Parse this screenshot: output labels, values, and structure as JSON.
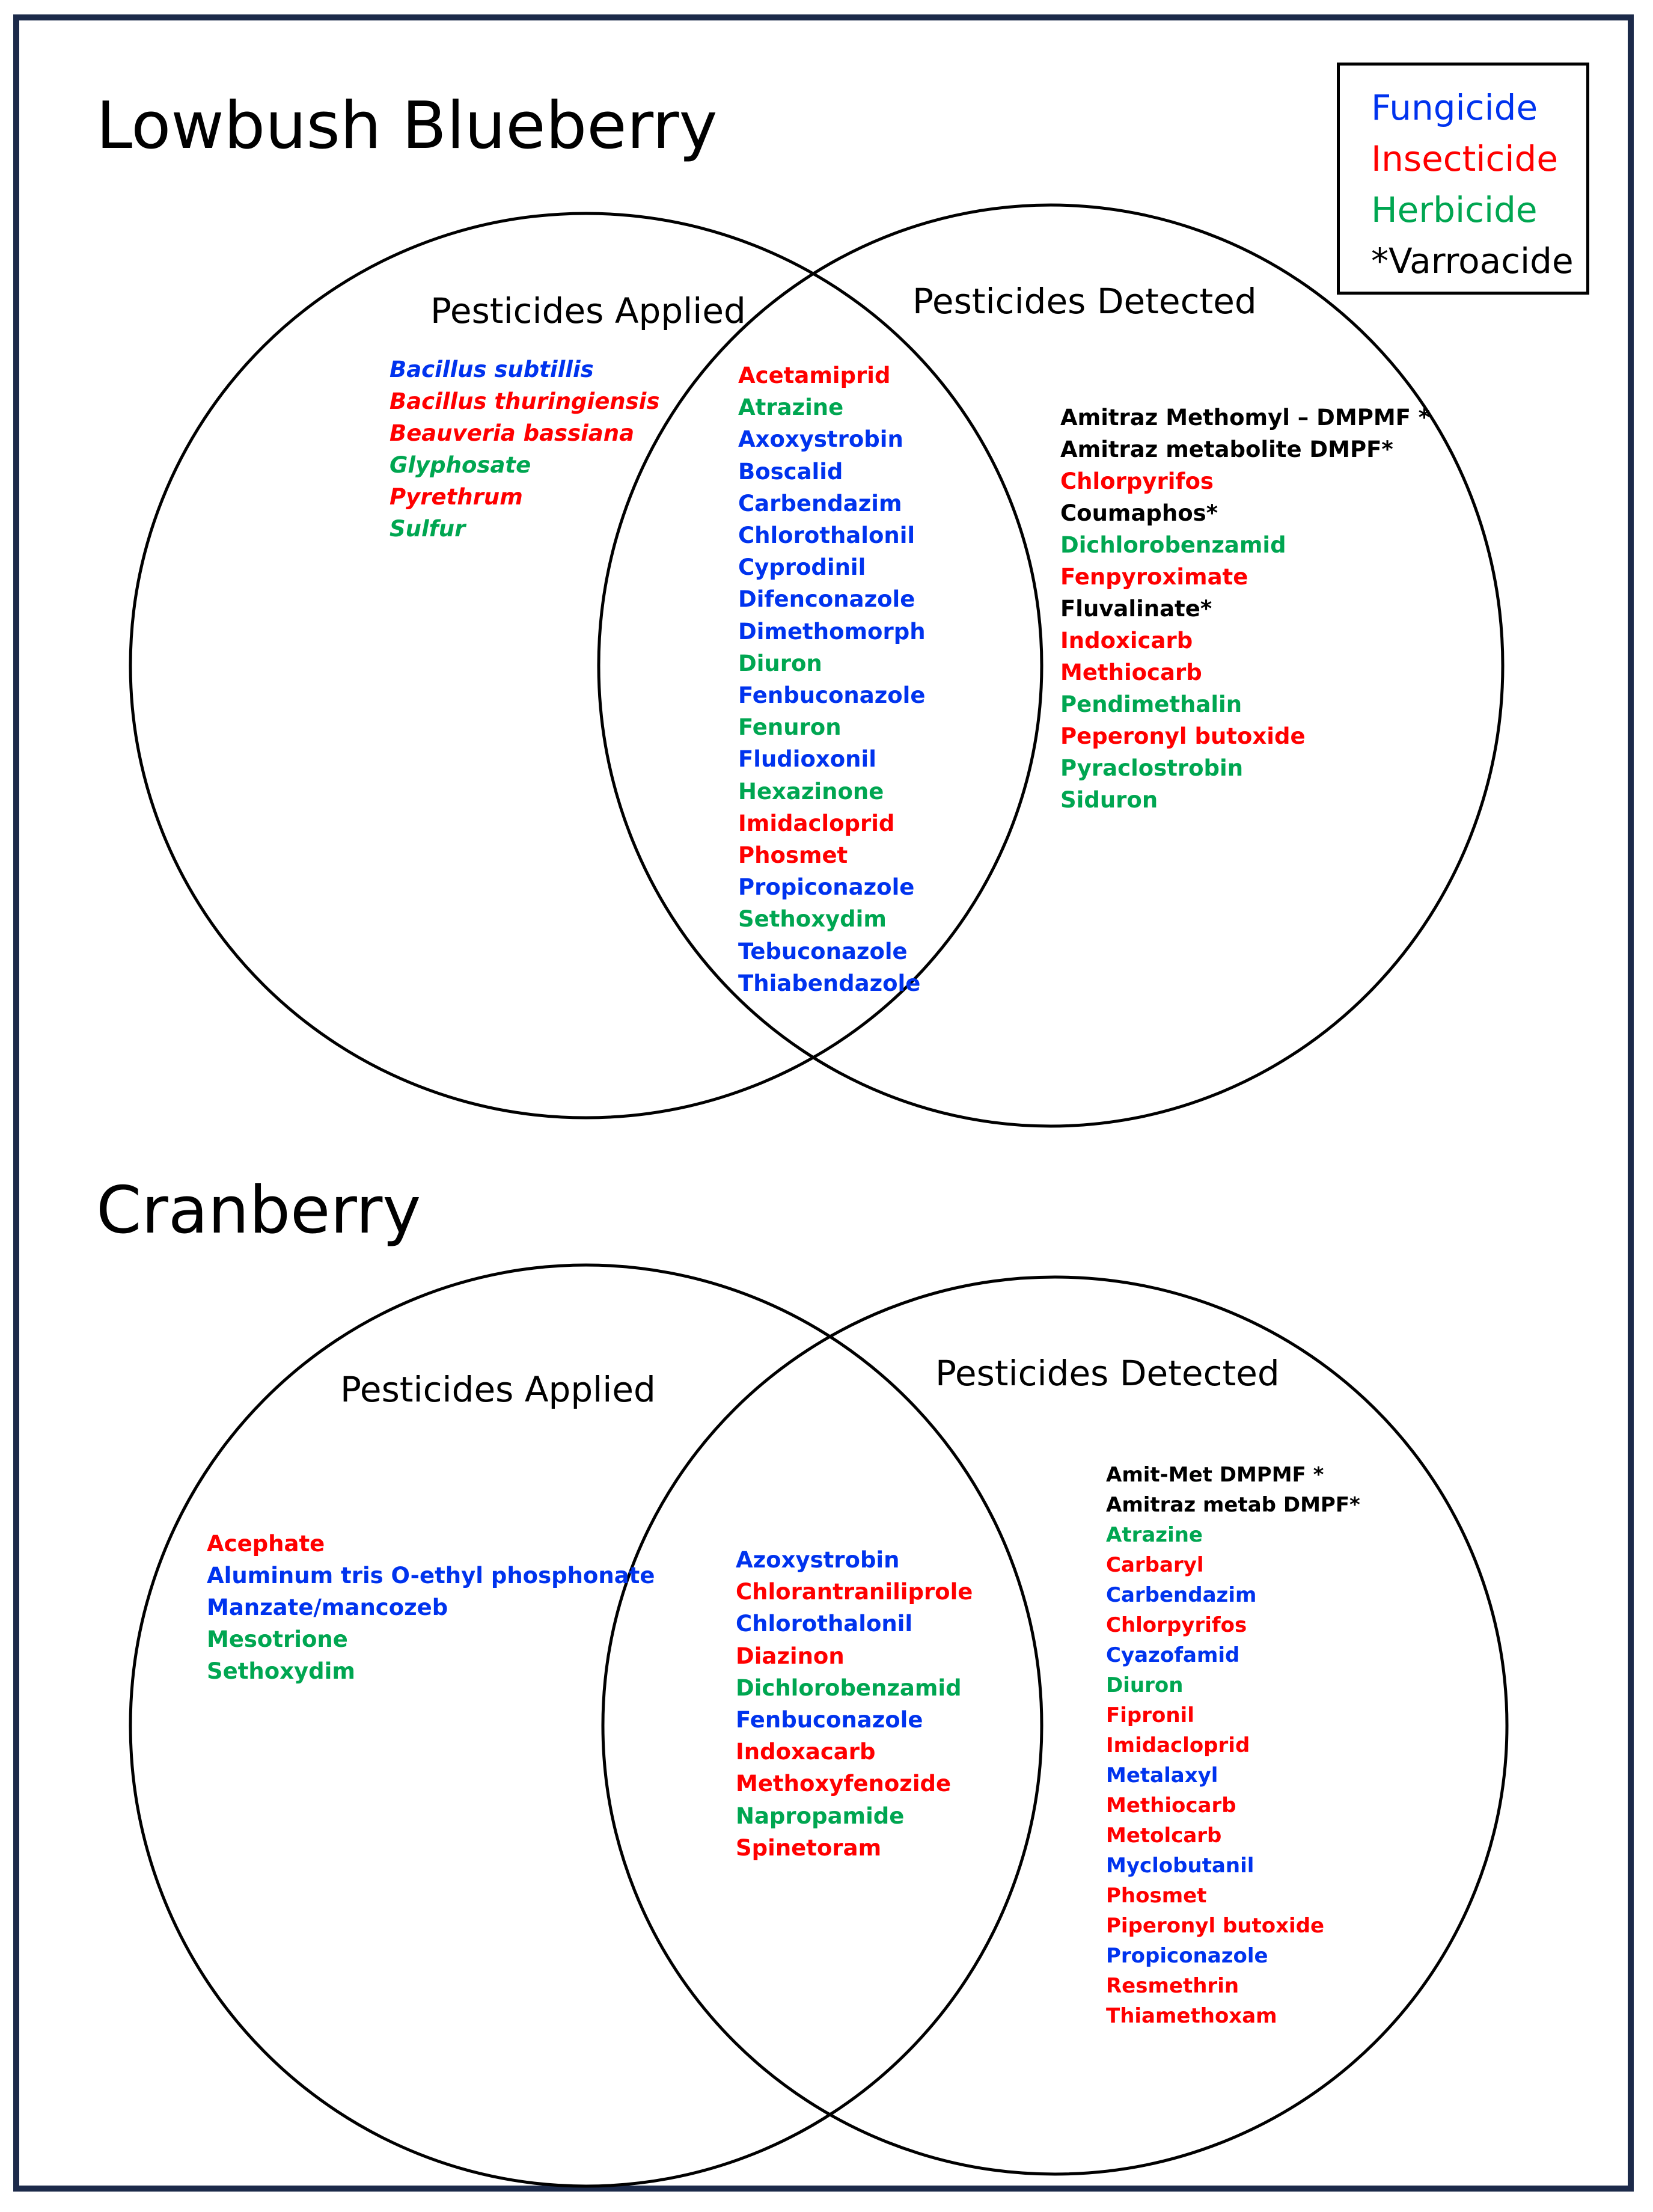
{
  "colors": {
    "fungicide": "#0033ee",
    "insecticide": "#ff0000",
    "herbicide": "#00a651",
    "varroacide": "#000000",
    "frame": "#1c2a4a"
  },
  "legend": [
    {
      "label": "Fungicide",
      "type": "fungicide"
    },
    {
      "label": "Insecticide",
      "type": "insecticide"
    },
    {
      "label": "Herbicide",
      "type": "herbicide"
    },
    {
      "label": "*Varroacide",
      "type": "varroacide"
    }
  ],
  "blueberry": {
    "title": "Lowbush Blueberry",
    "applied_label": "Pesticides Applied",
    "detected_label": "Pesticides Detected",
    "applied_only": [
      {
        "name": "Bacillus subtillis",
        "type": "fungicide"
      },
      {
        "name": "Bacillus thuringiensis",
        "type": "insecticide"
      },
      {
        "name": "Beauveria bassiana",
        "type": "insecticide"
      },
      {
        "name": "Glyphosate",
        "type": "herbicide"
      },
      {
        "name": "Pyrethrum",
        "type": "insecticide"
      },
      {
        "name": "Sulfur",
        "type": "herbicide"
      }
    ],
    "both": [
      {
        "name": "Acetamiprid",
        "type": "insecticide"
      },
      {
        "name": "Atrazine",
        "type": "herbicide"
      },
      {
        "name": "Axoxystrobin",
        "type": "fungicide"
      },
      {
        "name": "Boscalid",
        "type": "fungicide"
      },
      {
        "name": "Carbendazim",
        "type": "fungicide"
      },
      {
        "name": "Chlorothalonil",
        "type": "fungicide"
      },
      {
        "name": "Cyprodinil",
        "type": "fungicide"
      },
      {
        "name": "Difenconazole",
        "type": "fungicide"
      },
      {
        "name": "Dimethomorph",
        "type": "fungicide"
      },
      {
        "name": "Diuron",
        "type": "herbicide"
      },
      {
        "name": "Fenbuconazole",
        "type": "fungicide"
      },
      {
        "name": "Fenuron",
        "type": "herbicide"
      },
      {
        "name": "Fludioxonil",
        "type": "fungicide"
      },
      {
        "name": "Hexazinone",
        "type": "herbicide"
      },
      {
        "name": "Imidacloprid",
        "type": "insecticide"
      },
      {
        "name": "Phosmet",
        "type": "insecticide"
      },
      {
        "name": "Propiconazole",
        "type": "fungicide"
      },
      {
        "name": "Sethoxydim",
        "type": "herbicide"
      },
      {
        "name": "Tebuconazole",
        "type": "fungicide"
      },
      {
        "name": "Thiabendazole",
        "type": "fungicide"
      }
    ],
    "detected_only": [
      {
        "name": "Amitraz Methomyl – DMPMF *",
        "type": "varroacide"
      },
      {
        "name": "Amitraz metabolite DMPF*",
        "type": "varroacide"
      },
      {
        "name": "Chlorpyrifos",
        "type": "insecticide"
      },
      {
        "name": "Coumaphos*",
        "type": "varroacide"
      },
      {
        "name": "Dichlorobenzamid",
        "type": "herbicide"
      },
      {
        "name": "Fenpyroximate",
        "type": "insecticide"
      },
      {
        "name": "Fluvalinate*",
        "type": "varroacide"
      },
      {
        "name": "Indoxicarb",
        "type": "insecticide"
      },
      {
        "name": "Methiocarb",
        "type": "insecticide"
      },
      {
        "name": "Pendimethalin",
        "type": "herbicide"
      },
      {
        "name": "Peperonyl butoxide",
        "type": "insecticide"
      },
      {
        "name": "Pyraclostrobin",
        "type": "herbicide"
      },
      {
        "name": "Siduron",
        "type": "herbicide"
      }
    ]
  },
  "cranberry": {
    "title": "Cranberry",
    "applied_label": "Pesticides Applied",
    "detected_label": "Pesticides Detected",
    "applied_only": [
      {
        "name": "Acephate",
        "type": "insecticide"
      },
      {
        "name": "Aluminum tris O-ethyl phosphonate",
        "type": "fungicide"
      },
      {
        "name": "Manzate/mancozeb",
        "type": "fungicide"
      },
      {
        "name": "Mesotrione",
        "type": "herbicide"
      },
      {
        "name": "Sethoxydim",
        "type": "herbicide"
      }
    ],
    "both": [
      {
        "name": "Azoxystrobin",
        "type": "fungicide"
      },
      {
        "name": "Chlorantraniliprole",
        "type": "insecticide"
      },
      {
        "name": "Chlorothalonil",
        "type": "fungicide"
      },
      {
        "name": "Diazinon",
        "type": "insecticide"
      },
      {
        "name": "Dichlorobenzamid",
        "type": "herbicide"
      },
      {
        "name": "Fenbuconazole",
        "type": "fungicide"
      },
      {
        "name": "Indoxacarb",
        "type": "insecticide"
      },
      {
        "name": "Methoxyfenozide",
        "type": "insecticide"
      },
      {
        "name": "Napropamide",
        "type": "herbicide"
      },
      {
        "name": "Spinetoram",
        "type": "insecticide"
      }
    ],
    "detected_only": [
      {
        "name": "Amit-Met DMPMF *",
        "type": "varroacide"
      },
      {
        "name": "Amitraz metab DMPF*",
        "type": "varroacide"
      },
      {
        "name": "Atrazine",
        "type": "herbicide"
      },
      {
        "name": "Carbaryl",
        "type": "insecticide"
      },
      {
        "name": "Carbendazim",
        "type": "fungicide"
      },
      {
        "name": "Chlorpyrifos",
        "type": "insecticide"
      },
      {
        "name": "Cyazofamid",
        "type": "fungicide"
      },
      {
        "name": "Diuron",
        "type": "herbicide"
      },
      {
        "name": "Fipronil",
        "type": "insecticide"
      },
      {
        "name": "Imidacloprid",
        "type": "insecticide"
      },
      {
        "name": "Metalaxyl",
        "type": "fungicide"
      },
      {
        "name": "Methiocarb",
        "type": "insecticide"
      },
      {
        "name": "Metolcarb",
        "type": "insecticide"
      },
      {
        "name": "Myclobutanil",
        "type": "fungicide"
      },
      {
        "name": "Phosmet",
        "type": "insecticide"
      },
      {
        "name": "Piperonyl butoxide",
        "type": "insecticide"
      },
      {
        "name": "Propiconazole",
        "type": "fungicide"
      },
      {
        "name": "Resmethrin",
        "type": "insecticide"
      },
      {
        "name": "Thiamethoxam",
        "type": "insecticide"
      }
    ]
  }
}
